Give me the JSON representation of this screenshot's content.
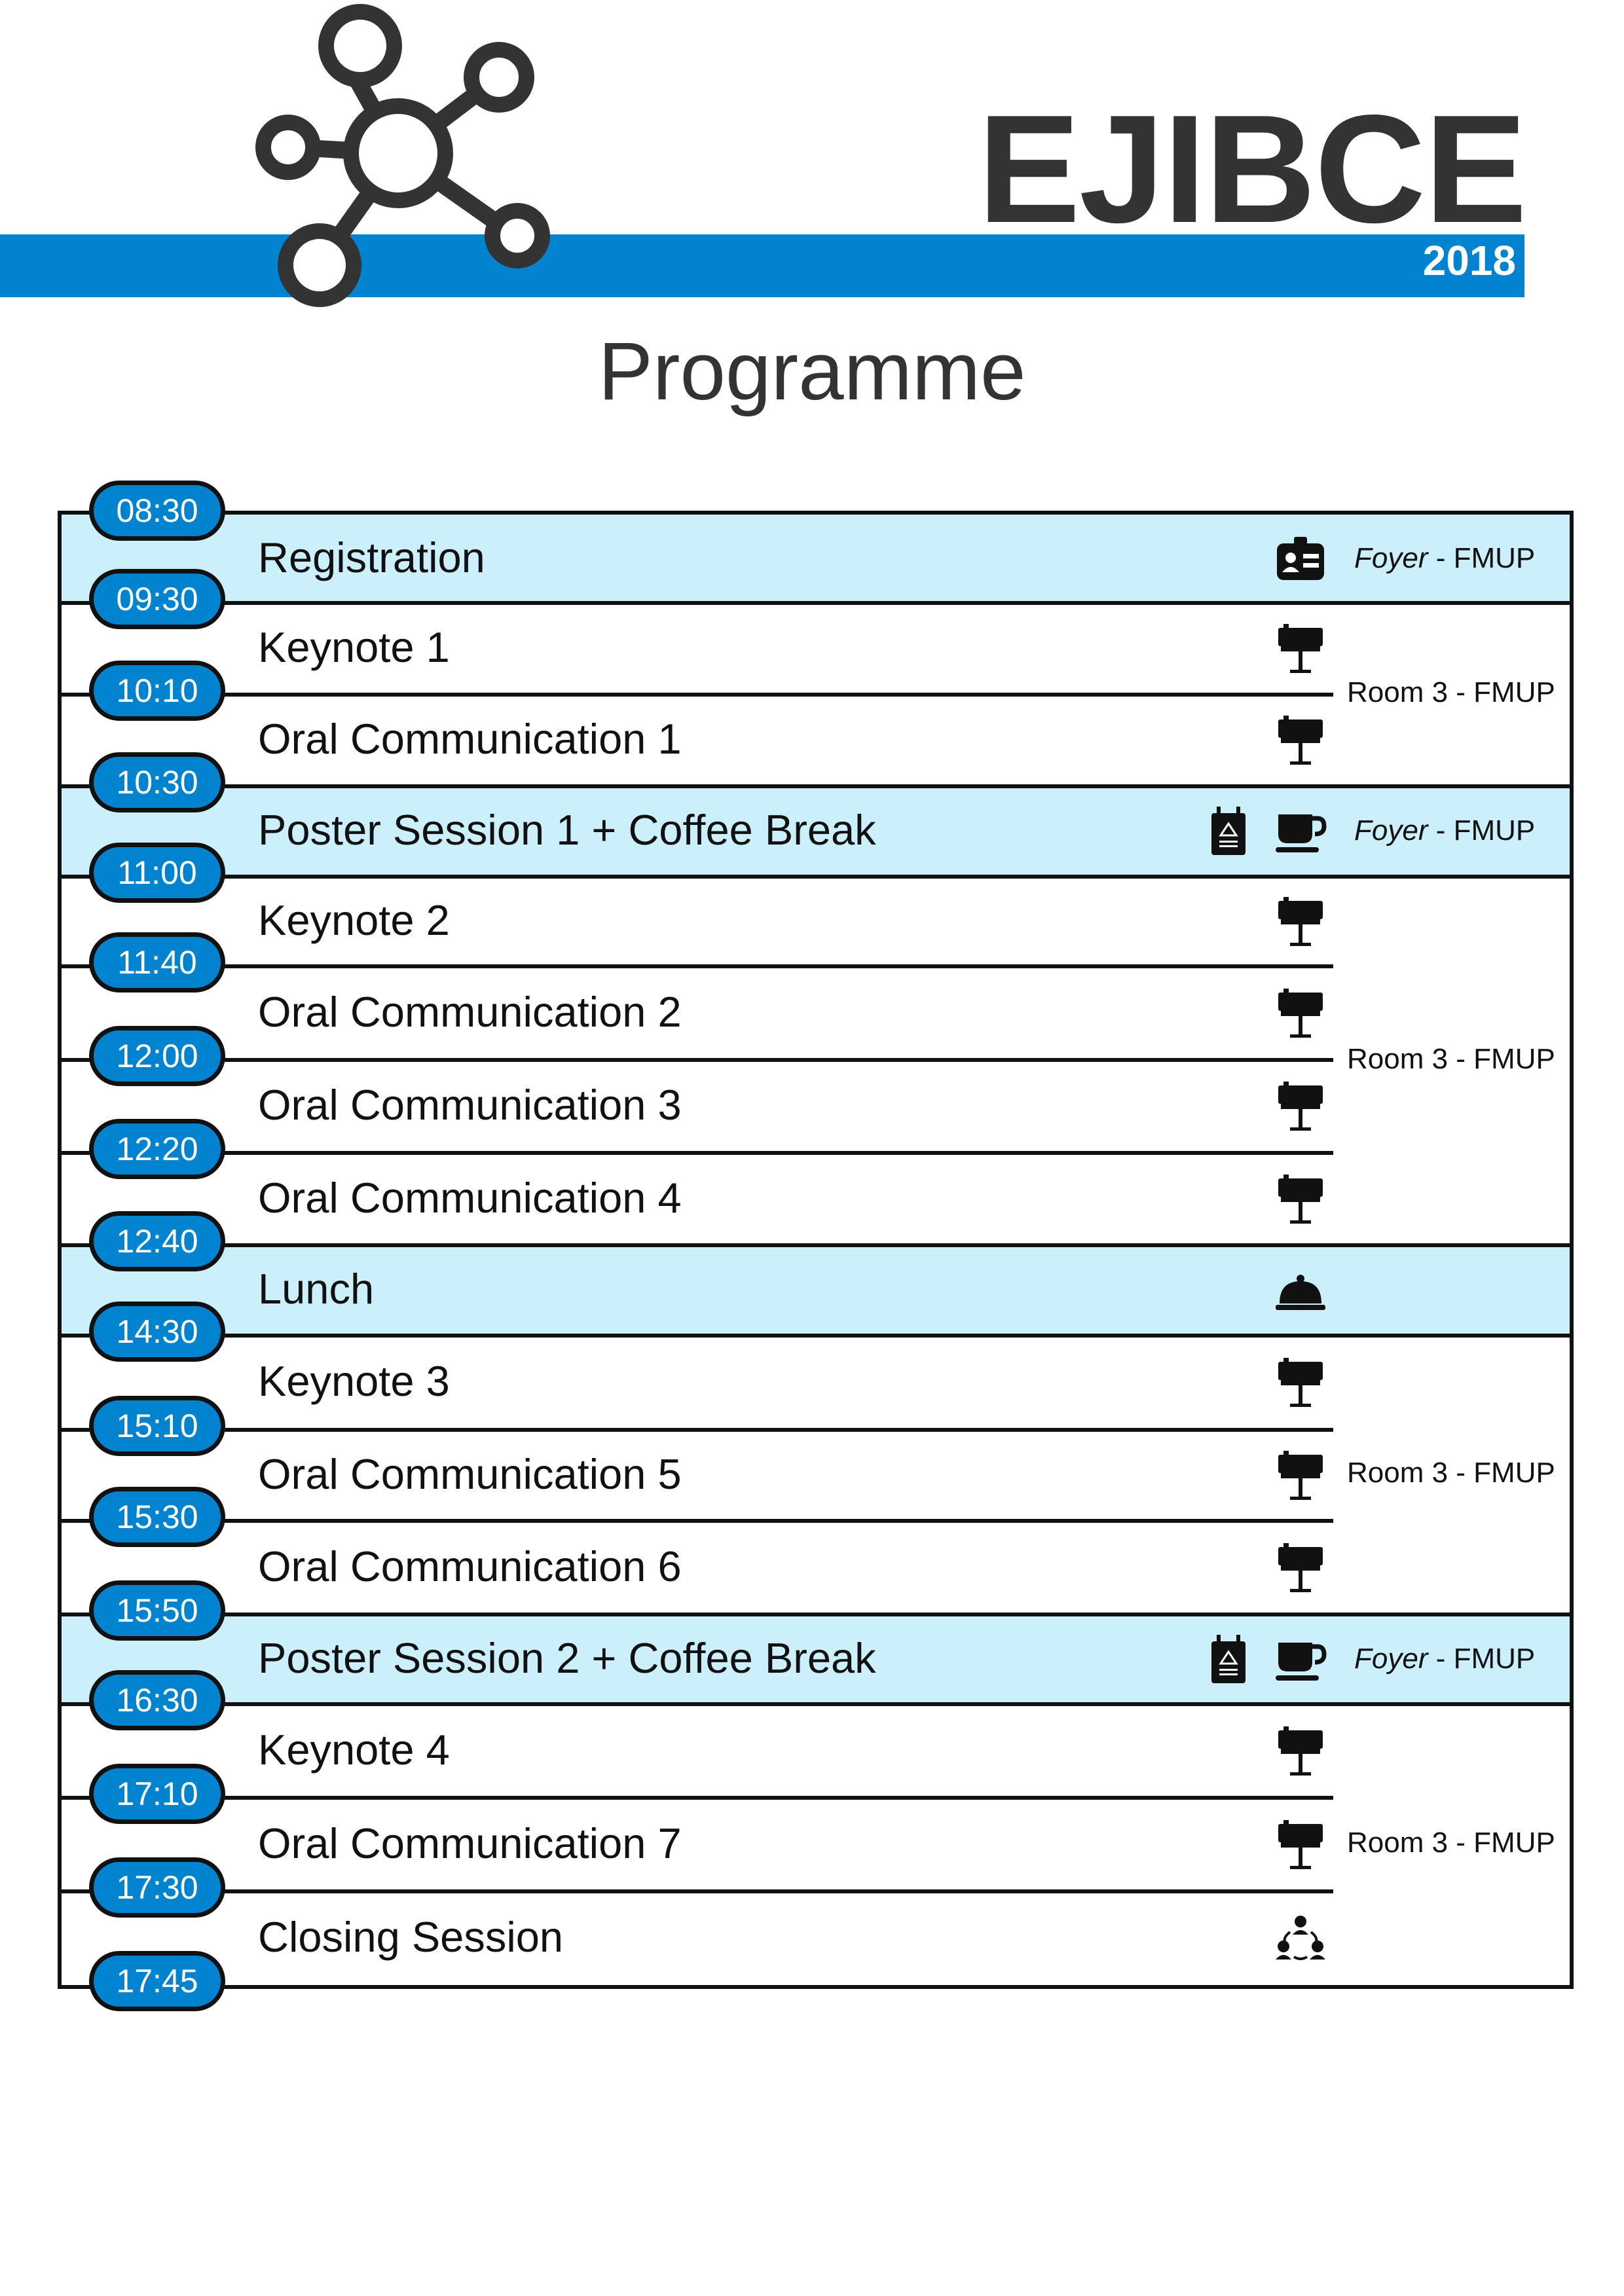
{
  "header": {
    "brand": "EJIBCE",
    "year": "2018",
    "title": "Programme"
  },
  "colors": {
    "accent": "#0283cf",
    "highlight_row": "#ccf0fb",
    "text_dark": "#333333"
  },
  "schedule": {
    "times": [
      "08:30",
      "09:30",
      "10:10",
      "10:30",
      "11:00",
      "11:40",
      "12:00",
      "12:20",
      "12:40",
      "14:30",
      "15:10",
      "15:30",
      "15:50",
      "16:30",
      "17:10",
      "17:30",
      "17:45"
    ],
    "rows": [
      {
        "label": "Registration",
        "icons": [
          "id-badge-icon"
        ],
        "location_italic": "Foyer",
        "location_rest": " - FMUP",
        "highlight": true
      },
      {
        "label": "Keynote 1",
        "icons": [
          "lectern-icon"
        ],
        "highlight": false
      },
      {
        "label": "Oral Communication 1",
        "icons": [
          "lectern-icon"
        ],
        "highlight": false
      },
      {
        "label": "Poster Session 1 + Coffee Break",
        "icons": [
          "poster-icon",
          "coffee-cup-icon"
        ],
        "location_italic": "Foyer",
        "location_rest": " - FMUP",
        "highlight": true
      },
      {
        "label": "Keynote 2",
        "icons": [
          "lectern-icon"
        ],
        "highlight": false
      },
      {
        "label": "Oral Communication 2",
        "icons": [
          "lectern-icon"
        ],
        "highlight": false
      },
      {
        "label": "Oral Communication 3",
        "icons": [
          "lectern-icon"
        ],
        "highlight": false
      },
      {
        "label": "Oral Communication 4",
        "icons": [
          "lectern-icon"
        ],
        "highlight": false
      },
      {
        "label": "Lunch",
        "icons": [
          "food-cloche-icon"
        ],
        "highlight": true
      },
      {
        "label": "Keynote 3",
        "icons": [
          "lectern-icon"
        ],
        "highlight": false
      },
      {
        "label": "Oral Communication 5",
        "icons": [
          "lectern-icon"
        ],
        "highlight": false
      },
      {
        "label": "Oral Communication 6",
        "icons": [
          "lectern-icon"
        ],
        "highlight": false
      },
      {
        "label": "Poster Session 2 + Coffee Break",
        "icons": [
          "poster-icon",
          "coffee-cup-icon"
        ],
        "location_italic": "Foyer",
        "location_rest": " - FMUP",
        "highlight": true
      },
      {
        "label": "Keynote 4",
        "icons": [
          "lectern-icon"
        ],
        "highlight": false
      },
      {
        "label": "Oral Communication 7",
        "icons": [
          "lectern-icon"
        ],
        "highlight": false
      },
      {
        "label": "Closing Session",
        "icons": [
          "people-group-icon"
        ],
        "highlight": false
      }
    ],
    "room_groups": [
      {
        "label": "Room 3 - FMUP",
        "rows": [
          1,
          2
        ]
      },
      {
        "label": "Room 3 - FMUP",
        "rows": [
          4,
          5,
          6,
          7
        ]
      },
      {
        "label": "Room 3 - FMUP",
        "rows": [
          9,
          10,
          11
        ]
      },
      {
        "label": "Room 3 - FMUP",
        "rows": [
          13,
          14,
          15
        ]
      }
    ]
  }
}
